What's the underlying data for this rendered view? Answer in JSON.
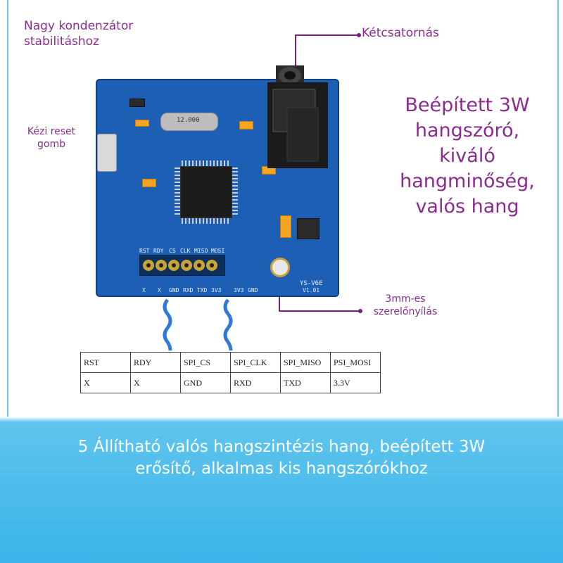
{
  "labels": {
    "capacitor": "Nagy kondenzátor stabilitáshoz",
    "dual_channel": "Kétcsatornás",
    "reset_button": "Kézi reset gomb",
    "speaker_feature": "Beépített 3W hangszóró, kiváló hangminőség, valós hang",
    "mounting_hole": "3mm-es szerelőnyílás"
  },
  "board": {
    "header_labels": [
      "RST",
      "RDY",
      "CS",
      "CLK",
      "MISO",
      "MOSI"
    ],
    "bottom_labels": [
      "X",
      "X",
      "GND",
      "RXD",
      "TXD",
      "3V3",
      "3V3",
      "GND"
    ],
    "model": "YS-V6E",
    "version": "V1.01",
    "crystal": "12.000"
  },
  "pin_table": {
    "headers": [
      "RST",
      "RDY",
      "SPI_CS",
      "SPI_CLK",
      "SPI_MISO",
      "PSI_MOSI"
    ],
    "row": [
      "X",
      "X",
      "GND",
      "RXD",
      "TXD",
      "3.3V"
    ]
  },
  "footer": {
    "line1": "5 Állítható valós hangszintézis hang, beépített 3W",
    "line2": "erősítő, alkalmas kis hangszórókhoz"
  },
  "colors": {
    "annotation": "#8a2c8e",
    "pcb": "#1d5fb4",
    "footer_bg": "#3ab4e8",
    "pointer_line": "#7a1f7e"
  }
}
